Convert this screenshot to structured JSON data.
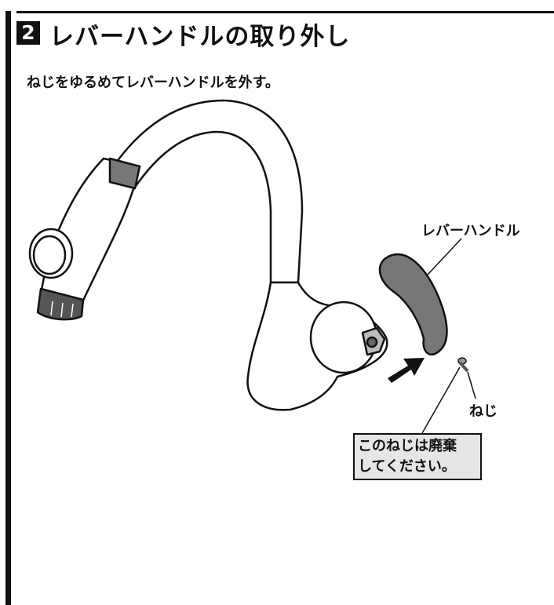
{
  "header": {
    "step_number": "2",
    "title": "レバーハンドルの取り外し"
  },
  "instruction": "ねじをゆるめてレバーハンドルを外す。",
  "labels": {
    "lever_handle": "レバーハンドル",
    "screw": "ねじ"
  },
  "notice": {
    "line1": "このねじは廃棄",
    "line2": "してください。"
  }
}
